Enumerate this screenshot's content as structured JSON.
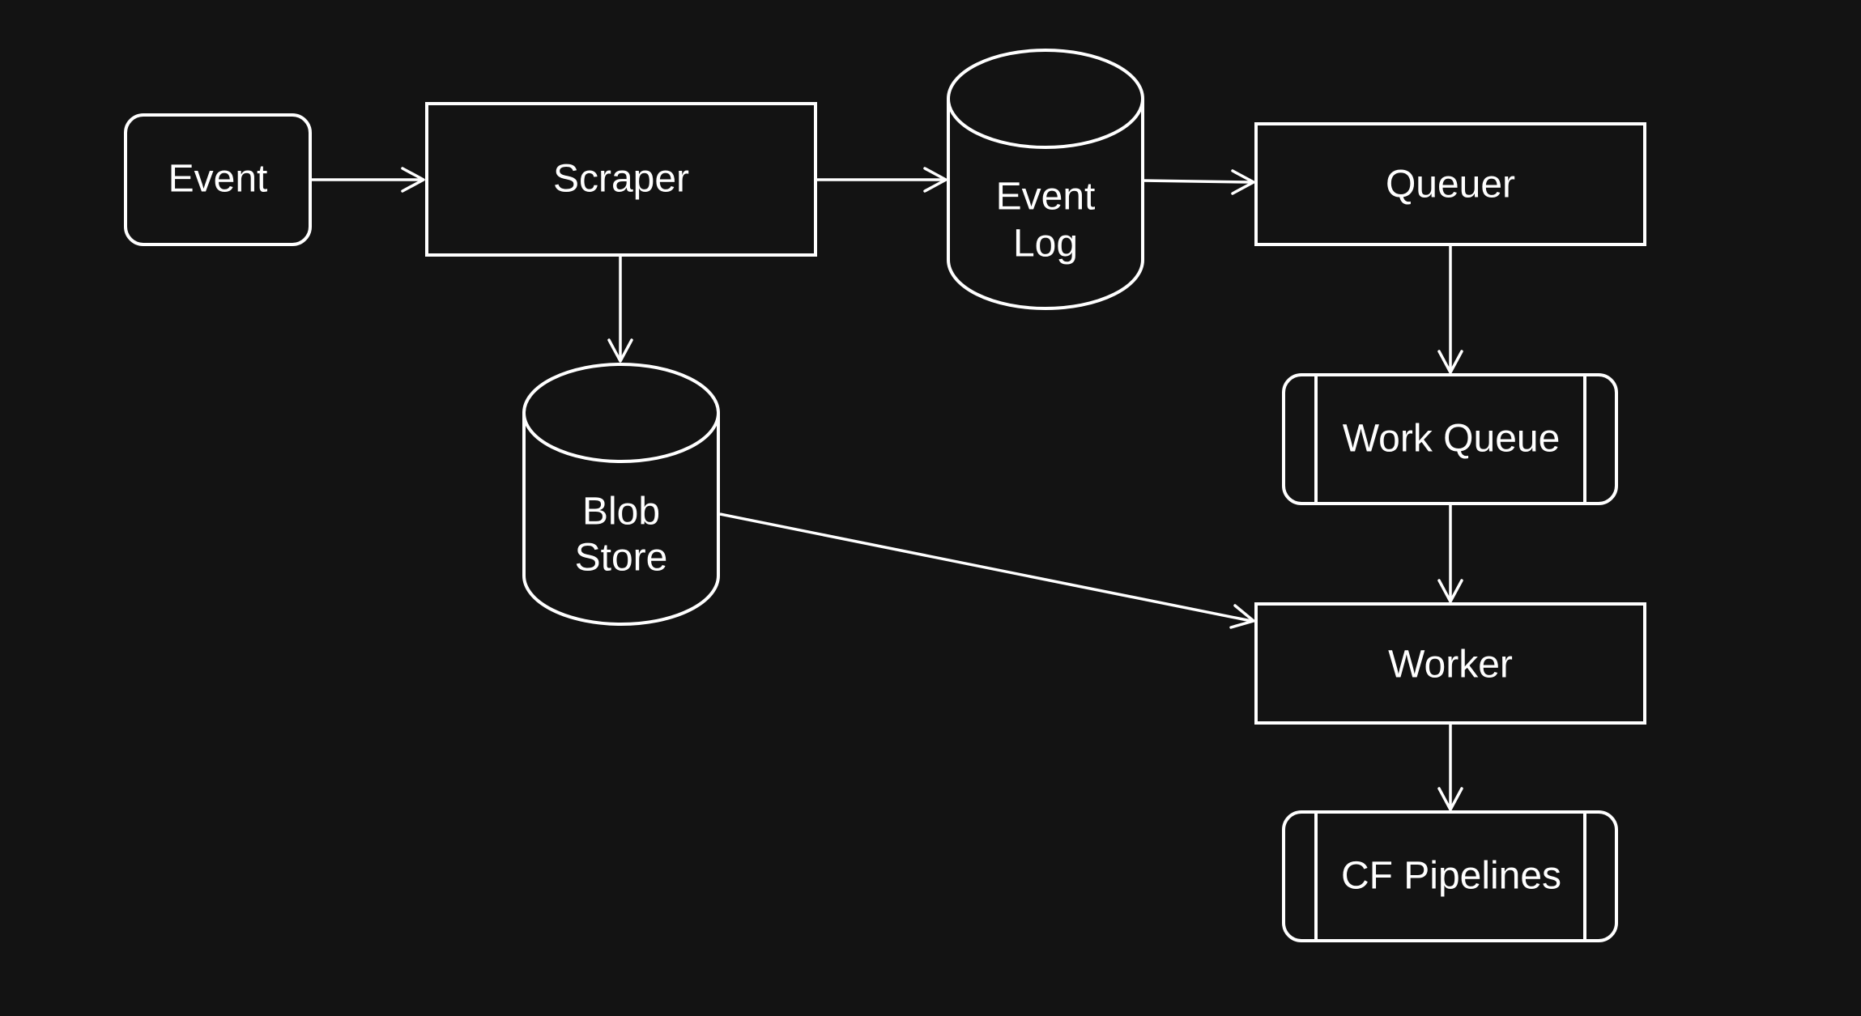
{
  "diagram": {
    "background": "#131313",
    "stroke_color": "#ffffff",
    "nodes": {
      "event": {
        "label": "Event",
        "shape": "rounded-rectangle"
      },
      "scraper": {
        "label": "Scraper",
        "shape": "rectangle"
      },
      "event_log": {
        "label_line1": "Event",
        "label_line2": "Log",
        "shape": "cylinder"
      },
      "queuer": {
        "label": "Queuer",
        "shape": "rectangle"
      },
      "blob_store": {
        "label_line1": "Blob",
        "label_line2": "Store",
        "shape": "cylinder"
      },
      "work_queue": {
        "label": "Work Queue",
        "shape": "subroutine"
      },
      "worker": {
        "label": "Worker",
        "shape": "rectangle"
      },
      "cf_pipelines": {
        "label": "CF Pipelines",
        "shape": "subroutine"
      }
    },
    "edges": [
      {
        "from": "Event",
        "to": "Scraper"
      },
      {
        "from": "Scraper",
        "to": "Event Log"
      },
      {
        "from": "Event Log",
        "to": "Queuer"
      },
      {
        "from": "Scraper",
        "to": "Blob Store"
      },
      {
        "from": "Queuer",
        "to": "Work Queue"
      },
      {
        "from": "Work Queue",
        "to": "Worker"
      },
      {
        "from": "Blob Store",
        "to": "Worker"
      },
      {
        "from": "Worker",
        "to": "CF Pipelines"
      }
    ]
  }
}
